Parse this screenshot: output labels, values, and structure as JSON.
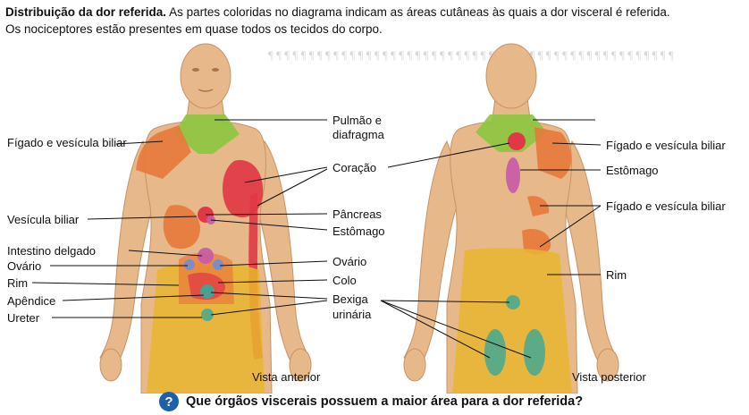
{
  "caption": {
    "title": "Distribuição da dor referida.",
    "text_line1": "As partes coloridas no diagrama indicam as áreas cutâneas às quais a dor visceral é referida.",
    "text_line2": "Os nociceptores estão presentes em quase todos os tecidos do corpo."
  },
  "labels": {
    "pulmao": "Pulmão e",
    "diafragma": "diafragma",
    "figado_ant": "Fígado e vesícula biliar",
    "coracao": "Coração",
    "vesicula": "Vesícula biliar",
    "pancreas": "Pâncreas",
    "estomago_ant": "Estômago",
    "intestino": "Intestino delgado",
    "ovario_left": "Ovário",
    "ovario_right": "Ovário",
    "rim_ant": "Rim",
    "colo": "Colo",
    "apendice": "Apêndice",
    "bexiga": "Bexiga",
    "urinaria": "urinária",
    "ureter": "Ureter",
    "figado_post_top": "Fígado e vesícula biliar",
    "estomago_post": "Estômago",
    "figado_post_mid": "Fígado e vesícula biliar",
    "rim_post": "Rim"
  },
  "views": {
    "anterior": "Vista anterior",
    "posterior": "Vista posterior"
  },
  "question": {
    "icon": "?",
    "text": "Que órgãos viscerais possuem a maior área para a dor referida?"
  },
  "colors": {
    "skin": "#e7b98a",
    "liver": "#e8793a",
    "heart": "#e23845",
    "lung": "#8cc63f",
    "stomach": "#c65aa8",
    "kidney": "#e8b52f",
    "bladder": "#3aa89a",
    "ovary": "#7c8cc4"
  }
}
